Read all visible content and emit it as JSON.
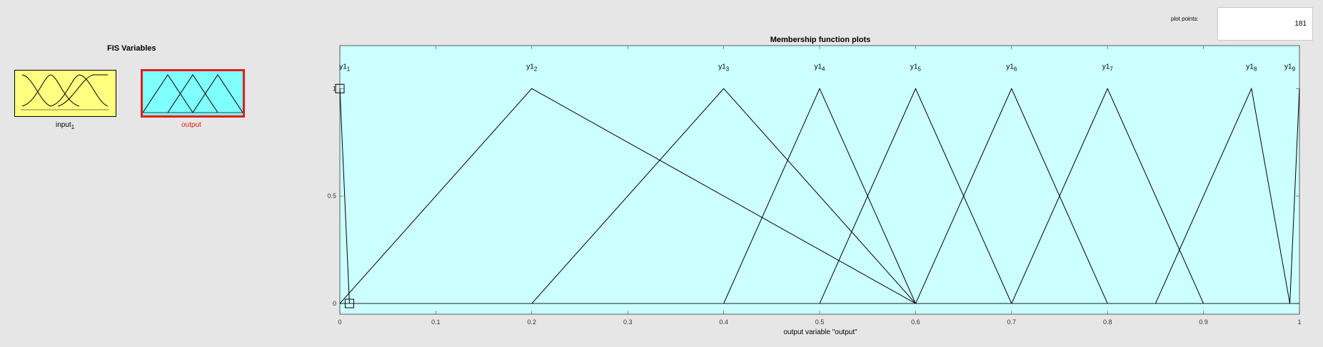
{
  "fis_variables": {
    "title": "FIS Variables",
    "input": {
      "name": "input",
      "subscript": "1",
      "color": "#ffff80"
    },
    "output": {
      "name": "output",
      "color": "#80ffff",
      "selected_color": "#e61a1a"
    }
  },
  "plot_points": {
    "label": "plot points:",
    "value": "181"
  },
  "plot": {
    "title": "Membership function plots",
    "xlabel": "output variable \"output\"",
    "background": "#ccffff"
  },
  "chart_data": {
    "type": "line",
    "title": "Membership function plots",
    "xlabel": "output variable \"output\"",
    "ylabel": "",
    "xlim": [
      0,
      1
    ],
    "ylim": [
      -0.05,
      1.2
    ],
    "x_ticks": [
      0,
      0.1,
      0.2,
      0.3,
      0.4,
      0.5,
      0.6,
      0.7,
      0.8,
      0.9,
      1
    ],
    "x_tick_labels": [
      "0",
      "0.1",
      "0.2",
      "0.3",
      "0.4",
      "0.5",
      "0.6",
      "0.7",
      "0.8",
      "0.9",
      "1"
    ],
    "y_ticks": [
      0,
      0.5,
      1
    ],
    "y_tick_labels": [
      "0",
      "0.5",
      "1"
    ],
    "series": [
      {
        "name": "y1",
        "sub": "1",
        "points": [
          [
            0,
            1
          ],
          [
            0.01,
            0
          ]
        ],
        "label_x": 0.005
      },
      {
        "name": "y1",
        "sub": "2",
        "points": [
          [
            0,
            0
          ],
          [
            0.2,
            1
          ],
          [
            0.6,
            0
          ]
        ],
        "label_x": 0.2
      },
      {
        "name": "y1",
        "sub": "3",
        "points": [
          [
            0.2,
            0
          ],
          [
            0.4,
            1
          ],
          [
            0.6,
            0
          ]
        ],
        "label_x": 0.4
      },
      {
        "name": "y1",
        "sub": "4",
        "points": [
          [
            0.4,
            0
          ],
          [
            0.5,
            1
          ],
          [
            0.6,
            0
          ]
        ],
        "label_x": 0.5
      },
      {
        "name": "y1",
        "sub": "5",
        "points": [
          [
            0.5,
            0
          ],
          [
            0.6,
            1
          ],
          [
            0.7,
            0
          ]
        ],
        "label_x": 0.6
      },
      {
        "name": "y1",
        "sub": "6",
        "points": [
          [
            0.6,
            0
          ],
          [
            0.7,
            1
          ],
          [
            0.8,
            0
          ]
        ],
        "label_x": 0.7
      },
      {
        "name": "y1",
        "sub": "7",
        "points": [
          [
            0.7,
            0
          ],
          [
            0.8,
            1
          ],
          [
            0.9,
            0
          ]
        ],
        "label_x": 0.8
      },
      {
        "name": "y1",
        "sub": "8",
        "points": [
          [
            0.85,
            0
          ],
          [
            0.95,
            1
          ],
          [
            0.99,
            0
          ]
        ],
        "label_x": 0.95
      },
      {
        "name": "y1",
        "sub": "9",
        "points": [
          [
            0.99,
            0
          ],
          [
            1,
            1
          ]
        ],
        "label_x": 0.99
      }
    ],
    "selected": "y1_1"
  }
}
